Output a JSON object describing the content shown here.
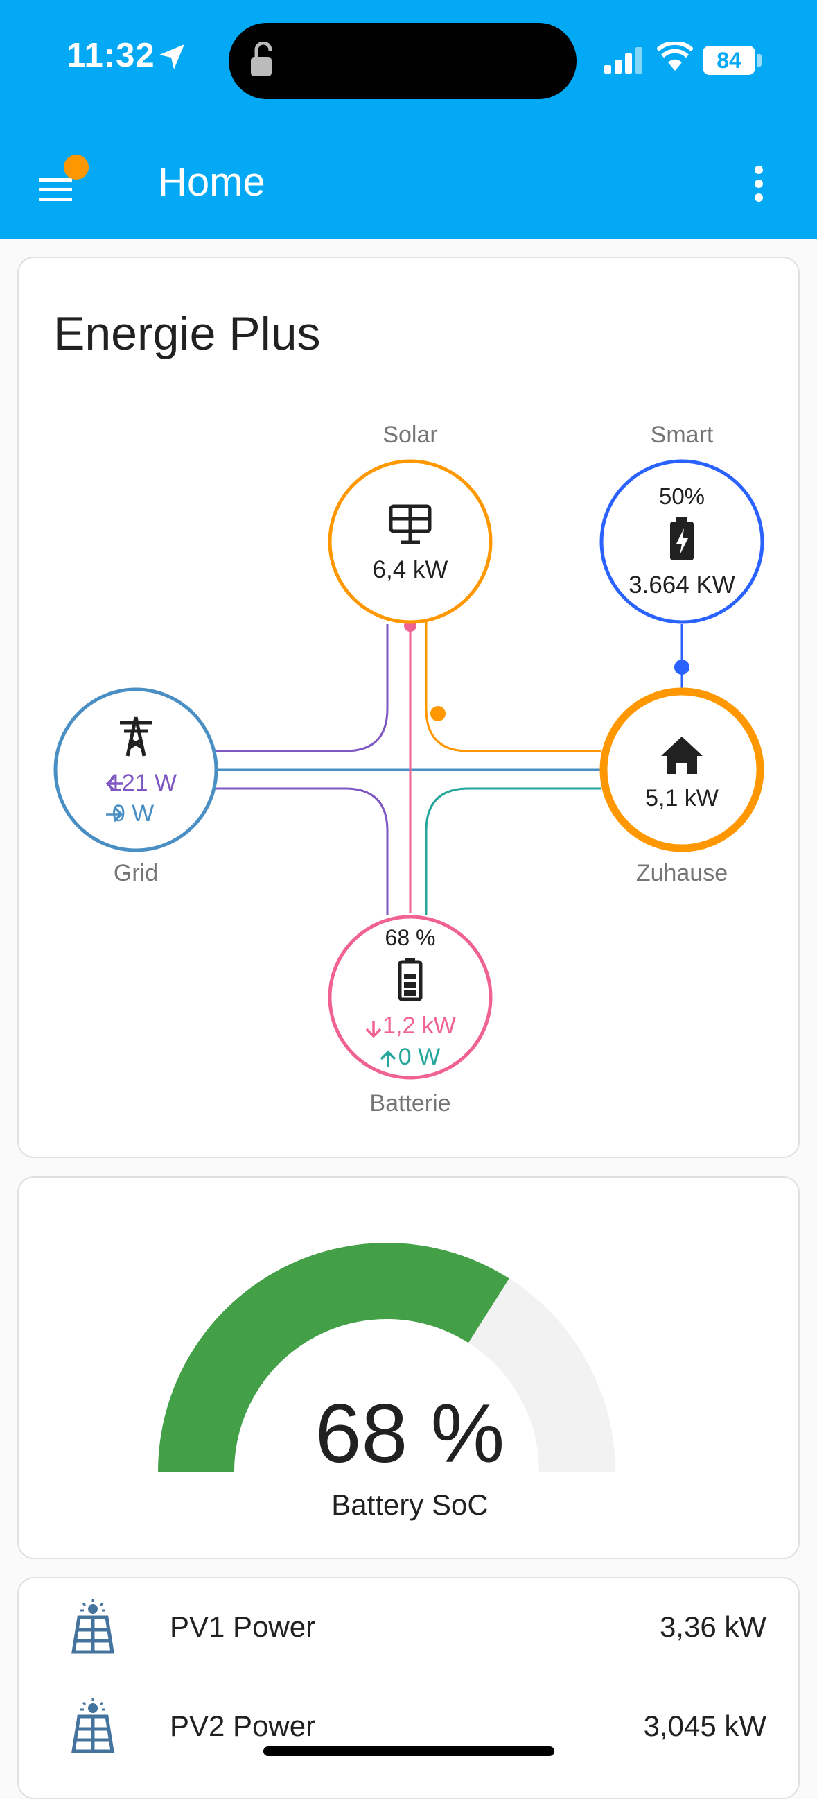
{
  "status_bar": {
    "time": "11:32",
    "battery": "84"
  },
  "app_bar": {
    "title": "Home"
  },
  "energy_card": {
    "title": "Energie Plus",
    "solar": {
      "label": "Solar",
      "value": "6,4 kW"
    },
    "smart": {
      "label": "Smart",
      "percent": "50%",
      "value": "3.664 KW"
    },
    "grid": {
      "label": "Grid",
      "import": "121 W",
      "export": "0 W"
    },
    "home": {
      "label": "Zuhause",
      "value": "5,1 kW"
    },
    "battery": {
      "label": "Batterie",
      "percent": "68 %",
      "charge": "1,2 kW",
      "discharge": "0 W"
    },
    "colors": {
      "solar": "#ff9800",
      "smart": "#2962ff",
      "grid": "#4a8fc4",
      "grid_import": "#7e57c2",
      "battery": "#f06292",
      "battery_out": "#26a69a",
      "home": "#ff9800"
    }
  },
  "gauge_card": {
    "value": "68 %",
    "name": "Battery SoC",
    "level": 0.68,
    "color": "#43a047"
  },
  "entities": [
    {
      "icon": "solar-panel-icon",
      "name": "PV1 Power",
      "value": "3,36 kW"
    },
    {
      "icon": "solar-panel-icon",
      "name": "PV2 Power",
      "value": "3,045 kW"
    }
  ]
}
